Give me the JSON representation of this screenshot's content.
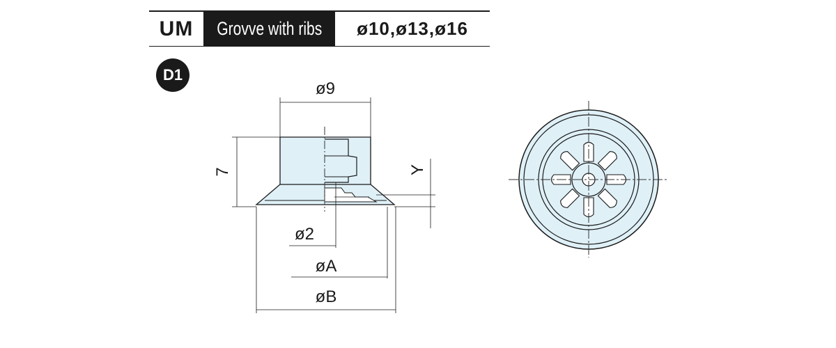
{
  "header": {
    "model": "UM",
    "type_label": "Grovve with ribs",
    "sizes": "ø10,ø13,ø16"
  },
  "badge": {
    "label": "D1"
  },
  "dimensions": {
    "top_diameter": "ø9",
    "height": "7",
    "y_label": "Y",
    "hole_diameter": "ø2",
    "diameter_a": "øA",
    "diameter_b": "øB"
  },
  "colors": {
    "line": "#1a1a1a",
    "fill": "#dff0f7",
    "center_line": "#333333"
  }
}
